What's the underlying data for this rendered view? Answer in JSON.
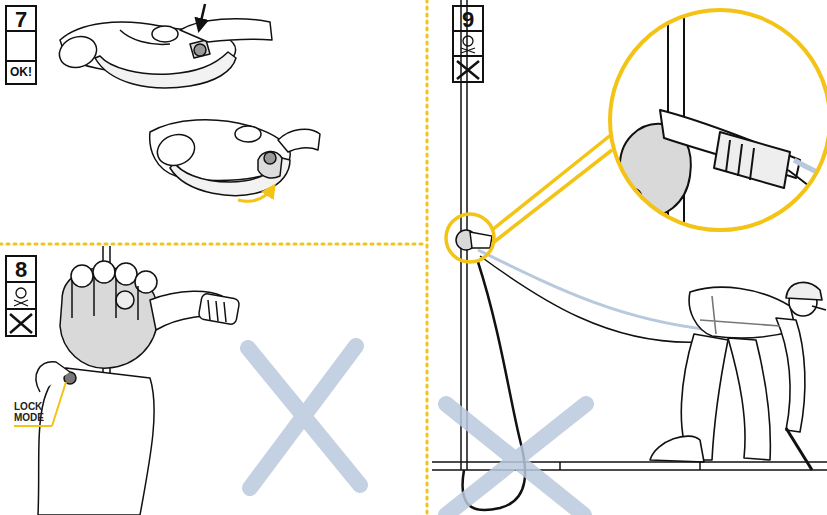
{
  "diagram": {
    "nodes": [
      {
        "text": [
          "7",
          "OK!"
        ]
      },
      {
        "text": [
          "8"
        ]
      },
      {
        "text": [
          "9"
        ]
      }
    ],
    "labels": [
      "LOCK MODE"
    ]
  }
}
